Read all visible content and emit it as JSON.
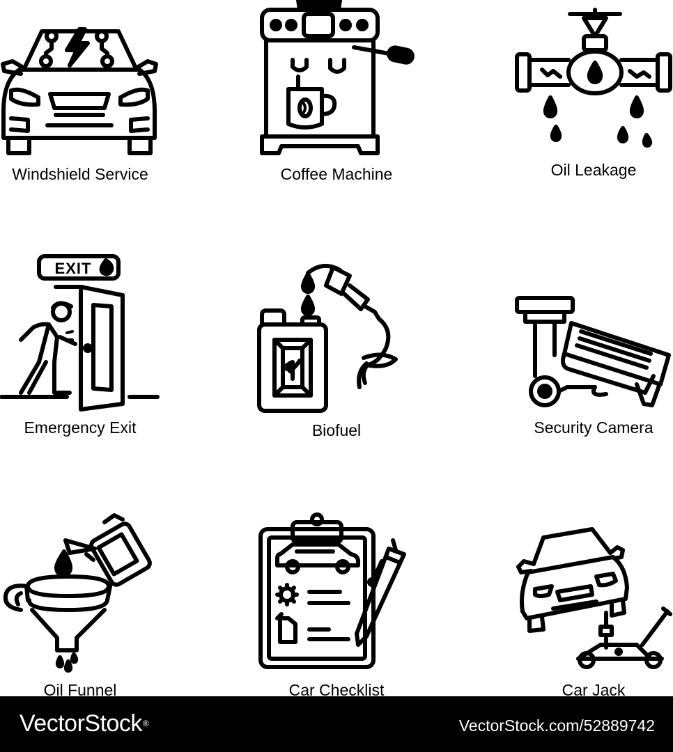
{
  "icons": [
    {
      "label": "Windshield Service",
      "icon": "windshield-service-icon"
    },
    {
      "label": "Coffee Machine",
      "icon": "coffee-machine-icon"
    },
    {
      "label": "Oil Leakage",
      "icon": "oil-leakage-icon"
    },
    {
      "label": "Emergency Exit",
      "icon": "emergency-exit-icon",
      "sign_text": "EXIT"
    },
    {
      "label": "Biofuel",
      "icon": "biofuel-icon"
    },
    {
      "label": "Security Camera",
      "icon": "security-camera-icon"
    },
    {
      "label": "Oil Funnel",
      "icon": "oil-funnel-icon"
    },
    {
      "label": "Car Checklist",
      "icon": "car-checklist-icon"
    },
    {
      "label": "Car Jack",
      "icon": "car-jack-icon"
    }
  ],
  "footer": {
    "brand": "VectorStock",
    "brand_mark": "®",
    "stock_id": "VectorStock.com/52889742",
    "background": "#000000",
    "text_color": "#ffffff"
  }
}
